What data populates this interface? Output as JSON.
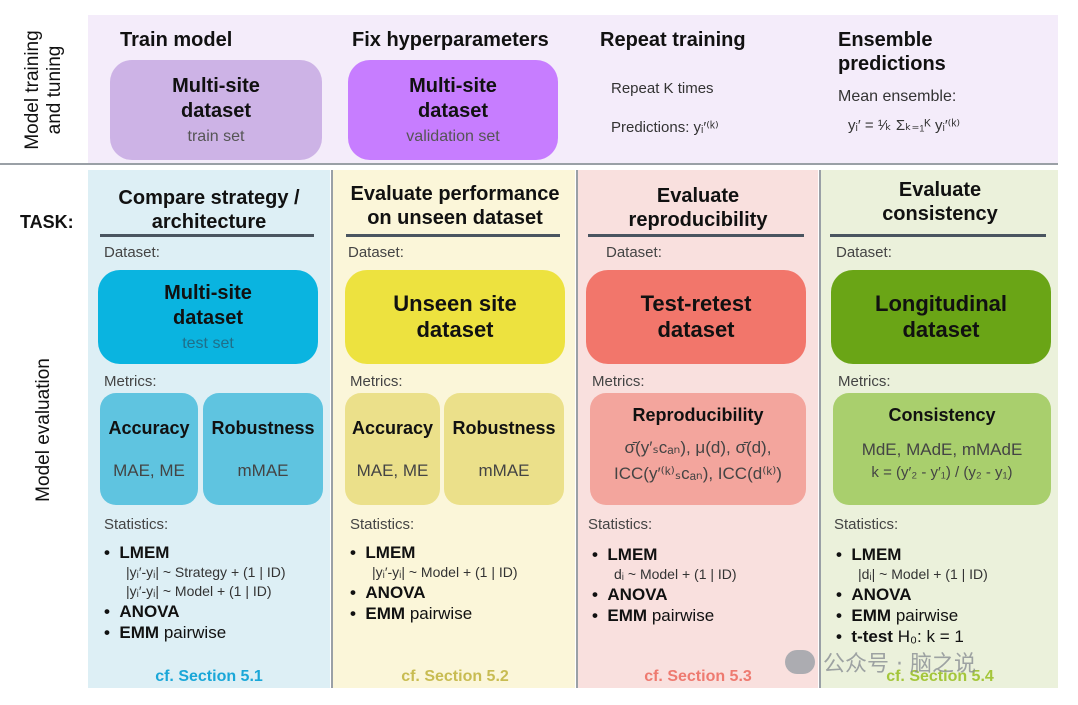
{
  "side_labels": {
    "top": [
      "Model training",
      "and tuning"
    ],
    "bottom": "Model evaluation",
    "task": "TASK:"
  },
  "training_steps": [
    {
      "title": "Train model",
      "box_title_1": "Multi-site",
      "box_title_2": "dataset",
      "box_sub": "train set",
      "color": "#cdb3e6"
    },
    {
      "title": "Fix hyperparameters",
      "box_title_1": "Multi-site",
      "box_title_2": "dataset",
      "box_sub": "validation set",
      "color": "#c77dff"
    },
    {
      "title": "Repeat training",
      "line1": "Repeat K times",
      "line2": "Predictions: yᵢ′⁽ᵏ⁾"
    },
    {
      "title_1": "Ensemble",
      "title_2": "predictions",
      "line1": "Mean ensemble:",
      "formula": "yᵢ′ = ¹⁄ₖ Σₖ₌₁ᴷ yᵢ′⁽ᵏ⁾"
    }
  ],
  "tasks": [
    {
      "title_1": "Compare strategy /",
      "title_2": "architecture",
      "bg": "#ddeff5",
      "dataset_label": "Dataset:",
      "dataset_1": "Multi-site",
      "dataset_2": "dataset",
      "dataset_sub": "test set",
      "dataset_color": "#0ab4e0",
      "metrics_label": "Metrics:",
      "metric_a_title": "Accuracy",
      "metric_a_val": "MAE, ME",
      "metric_b_title": "Robustness",
      "metric_b_val": "mMAE",
      "metric_color": "#5fc4e0",
      "stats_label": "Statistics:",
      "s1": "LMEM",
      "f1": "|yᵢ′-yᵢ| ~ Strategy + (1 | ID)",
      "f2": "|yᵢ′-yᵢ| ~ Model + (1 | ID)",
      "s2": "ANOVA",
      "s3a": "EMM",
      "s3b": "pairwise",
      "section": "cf. Section 5.1",
      "section_color": "#1aa7d8"
    },
    {
      "title_1": "Evaluate performance",
      "title_2": "on unseen dataset",
      "bg": "#fbf6d9",
      "dataset_label": "Dataset:",
      "dataset_1": "Unseen site",
      "dataset_2": "dataset",
      "dataset_color": "#ede23f",
      "metrics_label": "Metrics:",
      "metric_a_title": "Accuracy",
      "metric_a_val": "MAE, ME",
      "metric_b_title": "Robustness",
      "metric_b_val": "mMAE",
      "metric_color": "#ebe08a",
      "stats_label": "Statistics:",
      "s1": "LMEM",
      "f1": "|yᵢ′-yᵢ| ~ Model + (1 | ID)",
      "s2": "ANOVA",
      "s3a": "EMM",
      "s3b": "pairwise",
      "section": "cf. Section 5.2",
      "section_color": "#c8bc52"
    },
    {
      "title_1": "Evaluate",
      "title_2": "reproducibility",
      "bg": "#f9e0de",
      "dataset_label": "Dataset:",
      "dataset_1": "Test-retest",
      "dataset_2": "dataset",
      "dataset_color": "#f2766b",
      "metrics_label": "Metrics:",
      "metric_title": "Reproducibility",
      "metric_line1": "σ̄(y′ₛcₐₙ), μ(d), σ̄(d),",
      "metric_line2": "ICC(y′⁽ᵏ⁾ₛcₐₙ), ICC(d⁽ᵏ⁾)",
      "metric_color": "#f3a59d",
      "stats_label": "Statistics:",
      "s1": "LMEM",
      "f1": "dᵢ ~ Model + (1 | ID)",
      "s2": "ANOVA",
      "s3a": "EMM",
      "s3b": "pairwise",
      "section": "cf. Section 5.3",
      "section_color": "#ee7a70"
    },
    {
      "title_1": "Evaluate",
      "title_2": "consistency",
      "bg": "#ebf1db",
      "dataset_label": "Dataset:",
      "dataset_1": "Longitudinal",
      "dataset_2": "dataset",
      "dataset_color": "#6aa516",
      "metrics_label": "Metrics:",
      "metric_title": "Consistency",
      "metric_line1": "MdE, MAdE, mMAdE",
      "metric_line2": "k = (y′₂ - y′₁) / (y₂ - y₁)",
      "metric_color": "#a9cf6d",
      "stats_label": "Statistics:",
      "s1": "LMEM",
      "f1": "|dᵢ| ~ Model + (1 | ID)",
      "s2": "ANOVA",
      "s3a": "EMM",
      "s3b": "pairwise",
      "s4a": "t-test",
      "s4b": "H₀: k = 1",
      "section": "cf. Section 5.4",
      "section_color": "#a4c63b"
    }
  ],
  "watermark": "公众号 · 脑之说"
}
